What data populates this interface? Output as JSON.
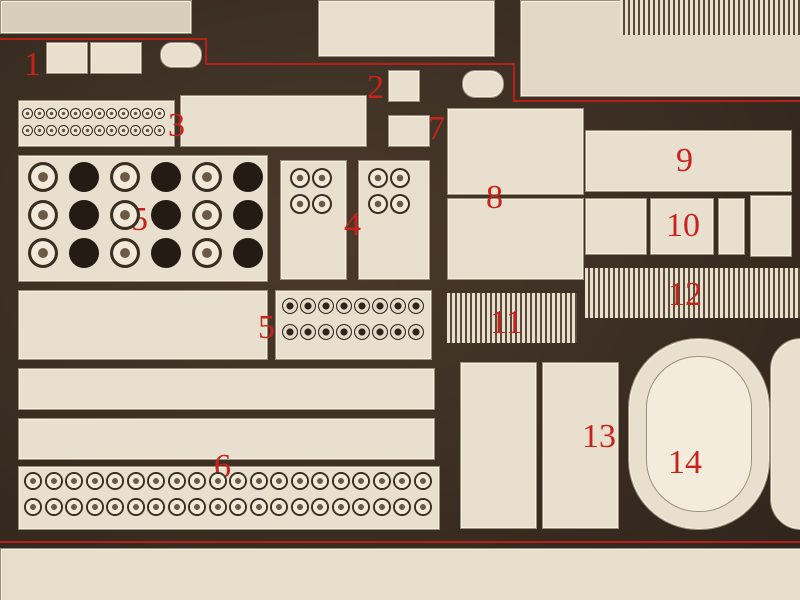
{
  "labels": [
    "1",
    "2",
    "3",
    "4",
    "5",
    "5",
    "6",
    "7",
    "8",
    "9",
    "10",
    "11",
    "12",
    "13",
    "14"
  ]
}
